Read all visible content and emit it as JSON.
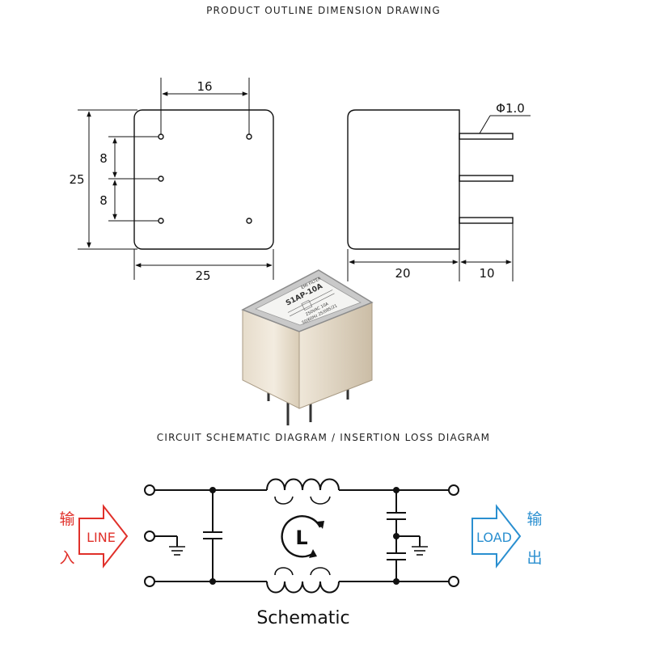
{
  "outline": {
    "title": "PRODUCT OUTLINE DIMENSION DRAWING",
    "dim_top_width": "16",
    "dim_pin_spacing_1": "8",
    "dim_pin_spacing_2": "8",
    "dim_height": "25",
    "dim_bottom_width": "25",
    "dim_pin_diameter": "Φ1.0",
    "dim_body_depth": "20",
    "dim_pin_length": "10"
  },
  "product": {
    "label_brand": "EMI FILTER",
    "label_model": "S1AP-10A",
    "label_line1": "250VAC 10A",
    "label_line2": "50/60Hz 25/085/21"
  },
  "schematic": {
    "title": "CIRCUIT SCHEMATIC DIAGRAM / INSERTION LOSS DIAGRAM",
    "input_label": "LINE",
    "input_cn_top": "输",
    "input_cn_bottom": "入",
    "output_label": "LOAD",
    "output_cn_top": "输",
    "output_cn_bottom": "出",
    "inductor_symbol": "L",
    "caption": "Schematic"
  },
  "colors": {
    "input_accent": "#e0302a",
    "output_accent": "#2a8fd0",
    "line": "#111111"
  }
}
